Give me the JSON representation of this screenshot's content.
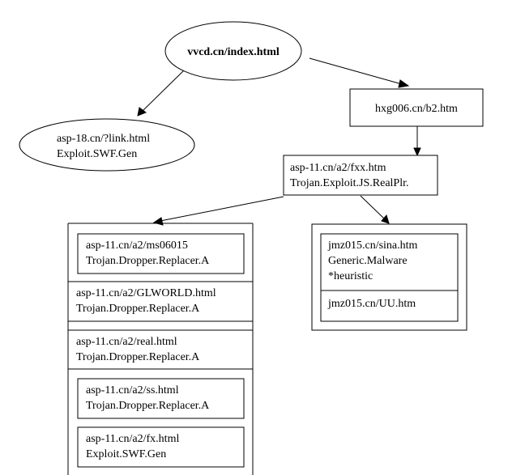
{
  "nodes": {
    "root": {
      "label": "vvcd.cn/index.html"
    },
    "asp18": {
      "line1": "asp-18.cn/?link.html",
      "line2": "Exploit.SWF.Gen"
    },
    "hxg": {
      "label": "hxg006.cn/b2.htm"
    },
    "fxx": {
      "line1": "asp-11.cn/a2/fxx.htm",
      "line2": "Trojan.Exploit.JS.RealPlr."
    },
    "left_group": {
      "ms06015": {
        "line1": "asp-11.cn/a2/ms06015",
        "line2": "Trojan.Dropper.Replacer.A"
      },
      "glworld": {
        "line1": "asp-11.cn/a2/GLWORLD.html",
        "line2": "Trojan.Dropper.Replacer.A"
      },
      "real": {
        "line1": "asp-11.cn/a2/real.html",
        "line2": "Trojan.Dropper.Replacer.A"
      },
      "ss": {
        "line1": "asp-11.cn/a2/ss.html",
        "line2": "Trojan.Dropper.Replacer.A"
      },
      "fx": {
        "line1": "asp-11.cn/a2/fx.html",
        "line2": "Exploit.SWF.Gen"
      }
    },
    "right_group": {
      "sina": {
        "line1": "jmz015.cn/sina.htm",
        "line2": "Generic.Malware",
        "line3": "*heuristic"
      },
      "uu": {
        "label": "jmz015.cn/UU.htm"
      }
    }
  }
}
